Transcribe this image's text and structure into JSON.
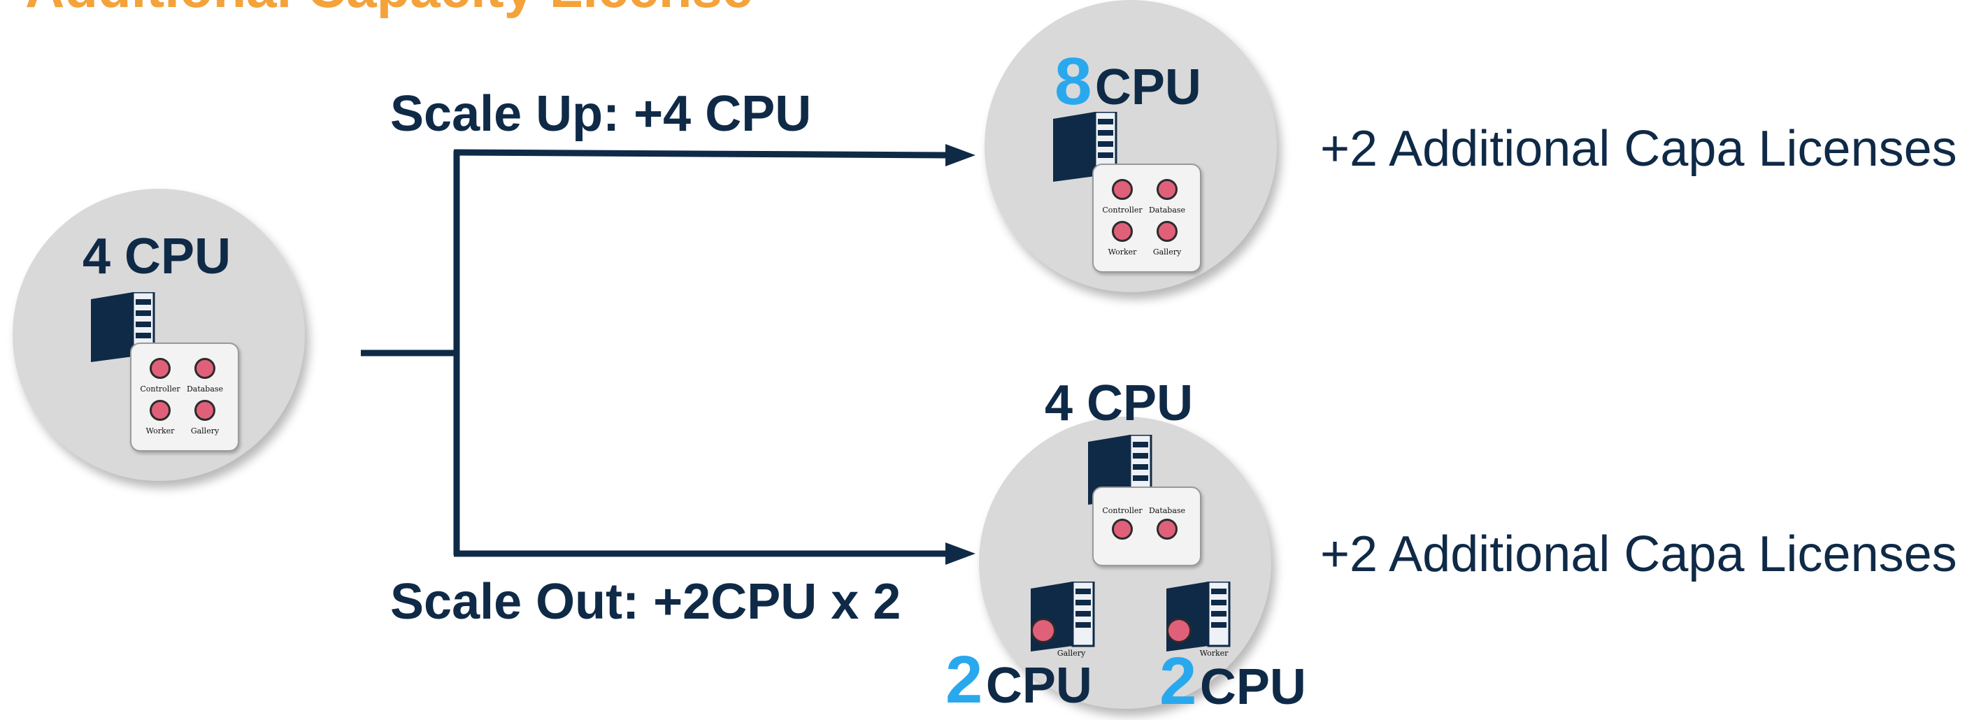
{
  "title": "Additional Capacity License",
  "source": {
    "cpu": "4 CPU"
  },
  "scale_up": {
    "label": "Scale Up: +4 CPU",
    "cpu_num": "8",
    "cpu_unit": "CPU",
    "licenses": "+2 Additional Capa Licenses"
  },
  "scale_out": {
    "label": "Scale Out: +2CPU x 2",
    "main_cpu": "4 CPU",
    "node1_num": "2",
    "node1_unit": "CPU",
    "node2_num": "2",
    "node2_unit": "CPU",
    "licenses": "+2 Additional Capa Licenses"
  },
  "services": {
    "controller": "Controller",
    "database": "Database",
    "worker": "Worker",
    "gallery": "Gallery"
  },
  "colors": {
    "title": "#f4a23a",
    "text": "#0f2a47",
    "accent_number": "#2aa8ee",
    "circle": "#d9d9d9",
    "service_icon": "#e0607a",
    "server": "#0f2a47"
  },
  "icons": [
    "server-icon",
    "refresh-icon",
    "database-icon",
    "gears-icon",
    "globe-icon",
    "arrow-right-icon"
  ]
}
